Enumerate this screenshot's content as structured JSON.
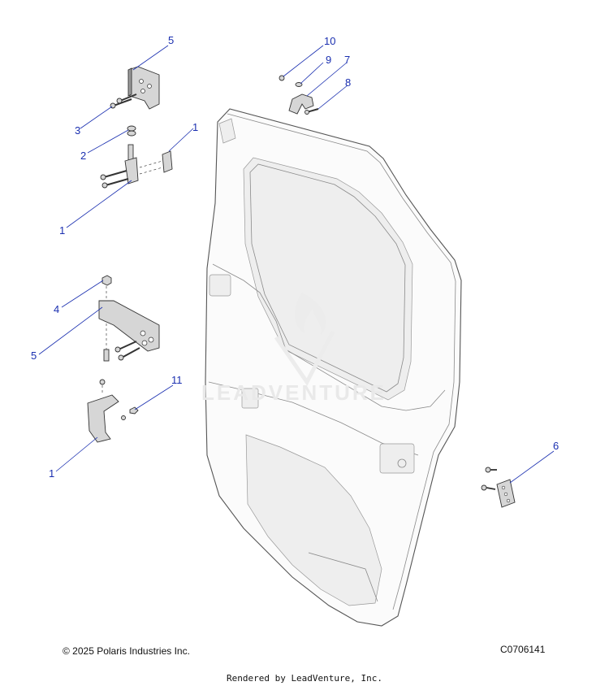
{
  "callouts": [
    {
      "id": "c5a",
      "label": "5"
    },
    {
      "id": "c3",
      "label": "3"
    },
    {
      "id": "c2",
      "label": "2"
    },
    {
      "id": "c1a",
      "label": "1"
    },
    {
      "id": "c1b",
      "label": "1"
    },
    {
      "id": "c10",
      "label": "10"
    },
    {
      "id": "c9",
      "label": "9"
    },
    {
      "id": "c7",
      "label": "7"
    },
    {
      "id": "c8",
      "label": "8"
    },
    {
      "id": "c4",
      "label": "4"
    },
    {
      "id": "c5b",
      "label": "5"
    },
    {
      "id": "c11",
      "label": "11"
    },
    {
      "id": "c1c",
      "label": "1"
    },
    {
      "id": "c6",
      "label": "6"
    }
  ],
  "watermark": "LEADVENTURE",
  "footer": {
    "copyright": "© 2025 Polaris Industries Inc.",
    "diagram_code": "C0706141",
    "rendered_by": "Rendered by LeadVenture, Inc."
  }
}
